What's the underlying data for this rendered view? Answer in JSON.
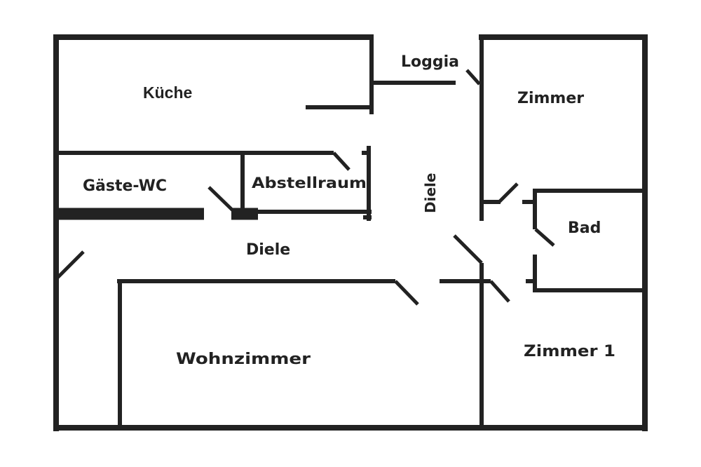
{
  "floorplan": {
    "type": "apartment floor plan",
    "wall_color": "#222222",
    "background_color": "#ffffff",
    "rooms": {
      "kueche": "Küche",
      "loggia": "Loggia",
      "zimmer": "Zimmer",
      "gaeste_wc": "Gäste-WC",
      "abstellraum": "Abstellraum",
      "diele_vertical": "Diele",
      "diele_horizontal": "Diele",
      "bad": "Bad",
      "wohnzimmer": "Wohnzimmer",
      "zimmer_1": "Zimmer 1"
    }
  }
}
